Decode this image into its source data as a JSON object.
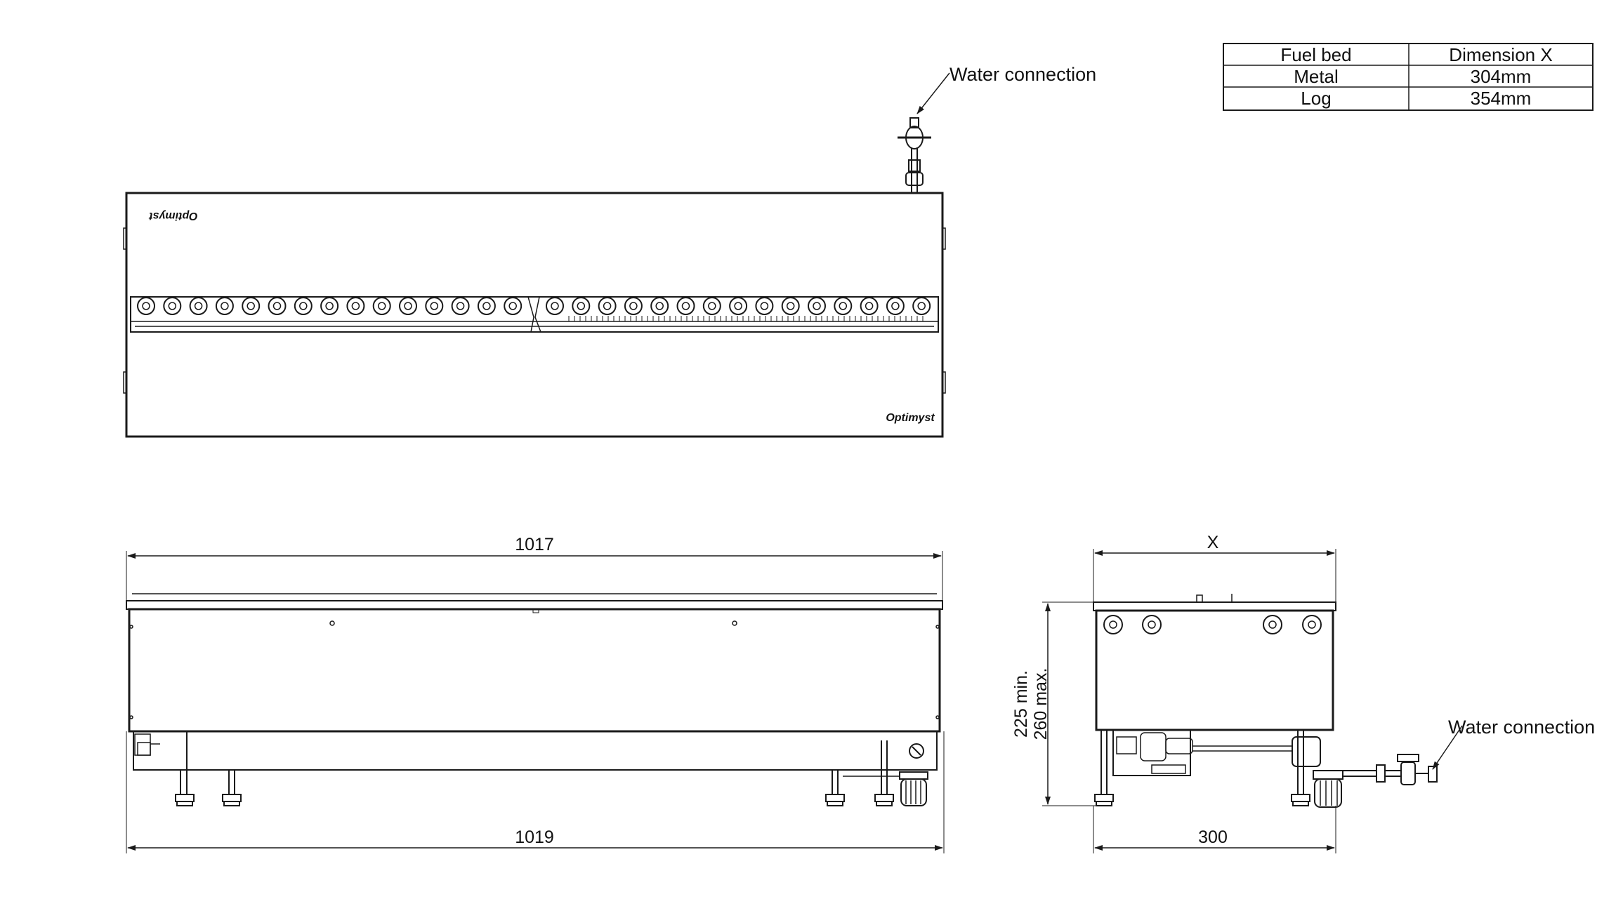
{
  "table": {
    "headers": [
      "Fuel bed",
      "Dimension X"
    ],
    "rows": [
      [
        "Metal",
        "304mm"
      ],
      [
        "Log",
        "354mm"
      ]
    ]
  },
  "callouts": {
    "top_water": "Water connection",
    "side_water": "Water connection"
  },
  "dimensions": {
    "front_top": "1017",
    "front_bottom": "1019",
    "side_top": "X",
    "side_bottom": "300",
    "height_min": "225 min.",
    "height_max": "260 max."
  },
  "logos": {
    "brand": "Optimyst"
  }
}
